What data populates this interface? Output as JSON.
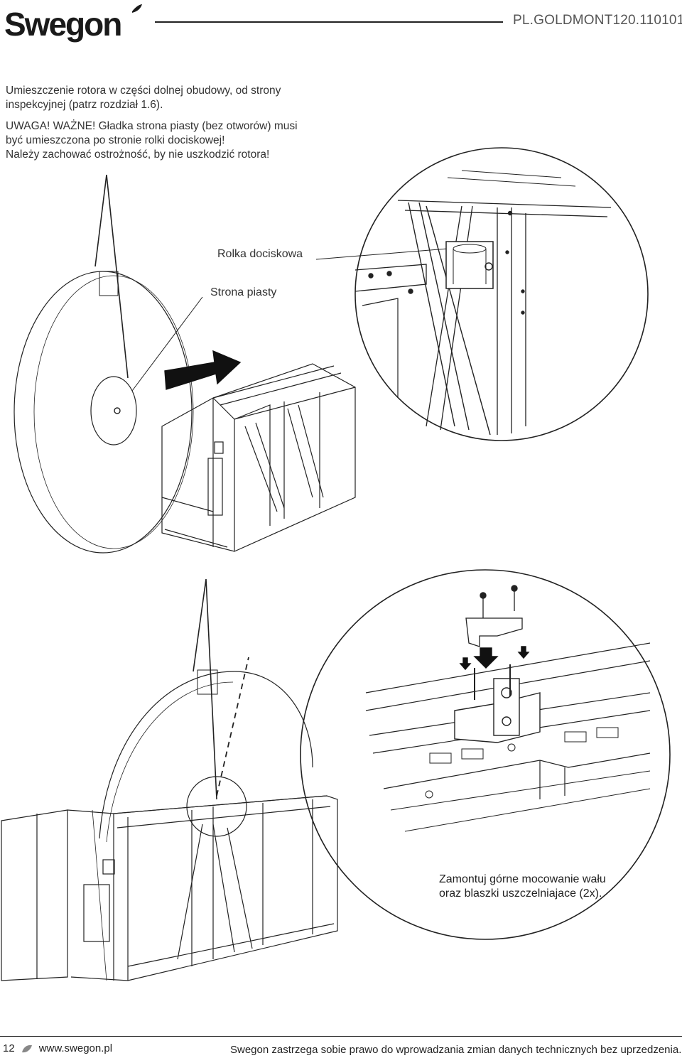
{
  "header": {
    "logo_text": "Swegon",
    "doc_code": "PL.GOLDMONT120.110101"
  },
  "intro": {
    "line1": "Umieszczenie rotora w części dolnej obudowy, od strony",
    "line2": "inspekcyjnej (patrz rozdział 1.6).",
    "line3": "UWAGA! WAŻNE! Gładka strona piasty (bez otworów) musi",
    "line4": "być umieszczona po stronie rolki dociskowej!",
    "line5": "Należy zachować ostrożność, by nie uszkodzić rotora!"
  },
  "figure1": {
    "label_roller": "Rolka dociskowa",
    "label_hub": "Strona piasty"
  },
  "figure2": {
    "caption_line1": "Zamontuj górne mocowanie wału",
    "caption_line2": "oraz blaszki uszczelniajace (2x)."
  },
  "footer": {
    "page_number": "12",
    "website": "www.swegon.pl",
    "disclaimer": "Swegon zastrzega sobie prawo do wprowadzania zmian danych technicznych bez uprzedzenia."
  }
}
